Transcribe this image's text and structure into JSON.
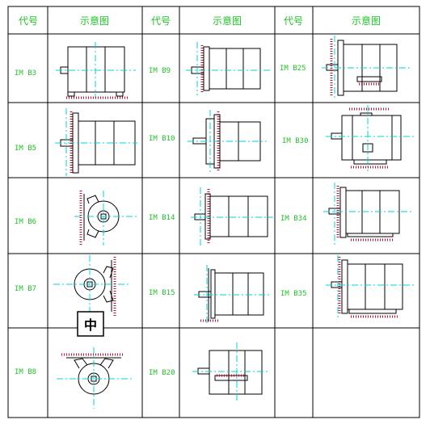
{
  "headers": [
    "代号",
    "示意图",
    "代号",
    "示意图",
    "代号",
    "示意图"
  ],
  "codes": [
    [
      "IM B3",
      "IM B9",
      "IM B25"
    ],
    [
      "IM B5",
      "IM B10",
      "IM B30"
    ],
    [
      "IM B6",
      "IM B14",
      "IM B34"
    ],
    [
      "IM B7",
      "IM B15",
      "IM B35"
    ],
    [
      "IM B8",
      "IM B20",
      ""
    ]
  ],
  "center_box_label": "中",
  "colors": {
    "grid": "#000000",
    "header_text": "#22c12a",
    "code_text": "#22c12a",
    "motor_line": "#000000",
    "center_line": "#00d6d6",
    "hatch": "#c8102e"
  }
}
